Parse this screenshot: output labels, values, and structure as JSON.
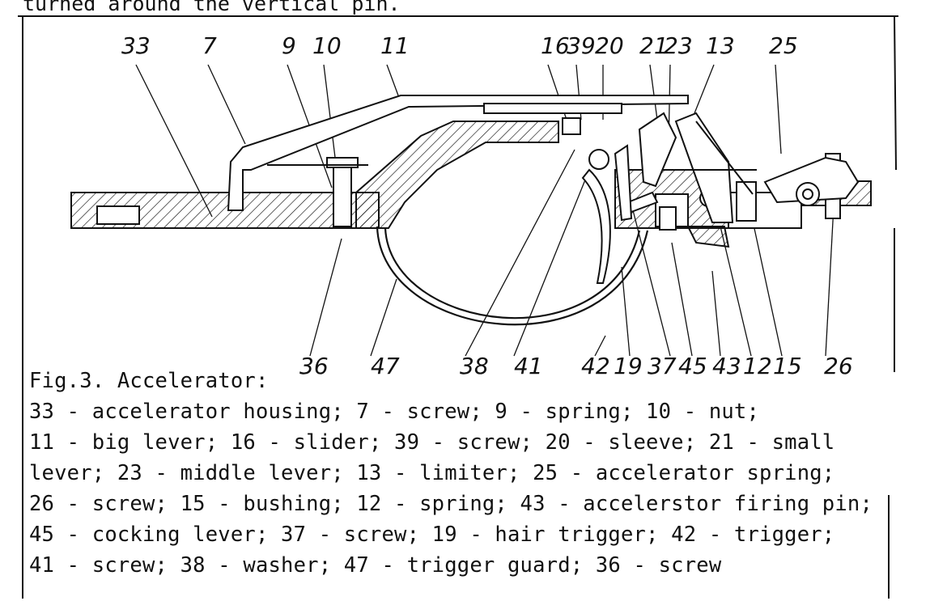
{
  "header_fragment": "turned around the vertical pin.",
  "part_numbers_top": [
    "33",
    "7",
    "9",
    "10",
    "11",
    "16",
    "39",
    "20",
    "21",
    "23",
    "13",
    "25"
  ],
  "part_numbers_bottom": [
    "36",
    "47",
    "38",
    "41",
    "42",
    "19",
    "37",
    "45",
    "43",
    "12",
    "15",
    "26"
  ],
  "caption": {
    "title": "Fig.3. Accelerator:",
    "lines": [
      "33 - accelerator housing; 7 - screw; 9 - spring; 10 - nut;",
      "11 - big lever; 16 - slider; 39 - screw; 20 - sleeve; 21 - small",
      "lever; 23 - middle lever; 13 - limiter; 25 - accelerator spring;",
      "26 - screw; 15 - bushing; 12 - spring; 43 - accelerstor firing pin;",
      "45 - cocking lever; 37 - screw; 19 - hair trigger; 42 - trigger;",
      "41 - screw; 38 - washer; 47 - trigger guard; 36 - screw"
    ]
  },
  "colors": {
    "ink": "#111111",
    "paper": "#ffffff"
  }
}
